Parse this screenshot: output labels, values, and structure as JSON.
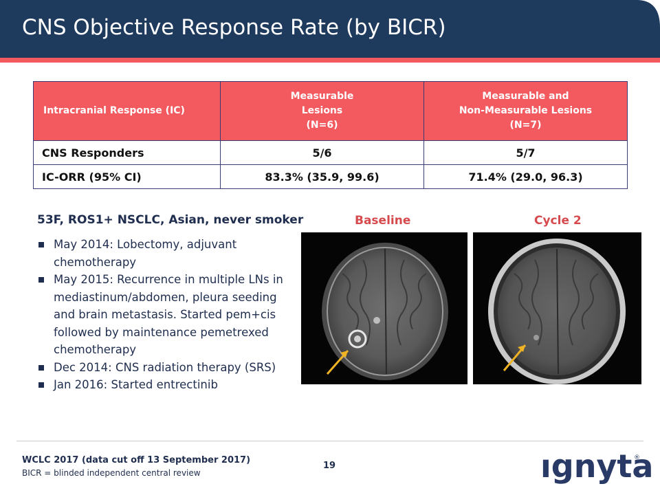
{
  "slide": {
    "title": "CNS Objective Response Rate (by BICR)",
    "page_number": "19",
    "colors": {
      "header_navy": "#1e3a5c",
      "accent_red": "#f35a60",
      "text_navy": "#1f2d4e"
    }
  },
  "table": {
    "header": {
      "col1": "Intracranial Response (IC)",
      "col2": [
        "Measurable",
        "Lesions",
        "(N=6)"
      ],
      "col3": [
        "Measurable and",
        "Non-Measurable Lesions",
        "(N=7)"
      ]
    },
    "rows": [
      {
        "label": "CNS Responders",
        "measurable": "5/6",
        "all": "5/7"
      },
      {
        "label": "IC-ORR (95% CI)",
        "measurable": "83.3% (35.9, 99.6)",
        "all": "71.4% (29.0, 96.3)"
      }
    ]
  },
  "case": {
    "title": "53F, ROS1+ NSCLC, Asian, never smoker",
    "bullets": [
      "May 2014: Lobectomy, adjuvant chemotherapy",
      "May 2015: Recurrence in multiple LNs in mediastinum/abdomen, pleura seeding and brain metastasis. Started pem+cis followed by maintenance pemetrexed chemotherapy",
      "Dec 2014: CNS radiation therapy (SRS)",
      "Jan 2016: Started entrectinib"
    ]
  },
  "images": {
    "baseline_label": "Baseline",
    "cycle2_label": "Cycle 2"
  },
  "footer": {
    "reference": "WCLC 2017 (data cut off 13 September 2017)",
    "note": "BICR = blinded independent central review",
    "logo_text": "ıgnyta",
    "registered": "®"
  }
}
